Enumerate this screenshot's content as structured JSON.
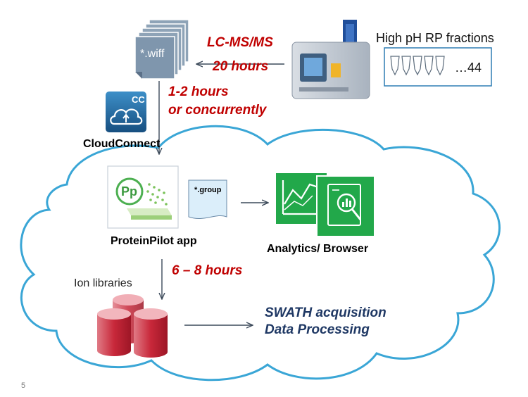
{
  "top": {
    "file_label": "*.wiff",
    "lcms_title": "LC-MS/MS",
    "lcms_duration": "20 hours",
    "fractions_title": "High pH RP fractions",
    "fractions_count": "…44",
    "upload_time_line1": "1-2 hours",
    "upload_time_line2": "or concurrently"
  },
  "cloudconnect": {
    "badge": "CC",
    "label": "CloudConnect"
  },
  "cloud": {
    "app_logo_text": "Pp",
    "app_label": "ProteinPilot app",
    "group_file_label": "*.group",
    "analytics_label": "Analytics/ Browser",
    "library_time": "6 – 8 hours",
    "ion_libraries_label": "Ion libraries",
    "swath_line1": "SWATH acquisition",
    "swath_line2": "Data Processing"
  },
  "slide_number": "5",
  "colors": {
    "cloud_outline": "#3aa6d6",
    "red_text": "#c00000",
    "navy_text": "#1f3864",
    "analytics_green": "#22a84a",
    "file_steel": "#7f96ad",
    "cylinder_red": "#c8283a",
    "cc_blue": "#1e6fa8"
  }
}
